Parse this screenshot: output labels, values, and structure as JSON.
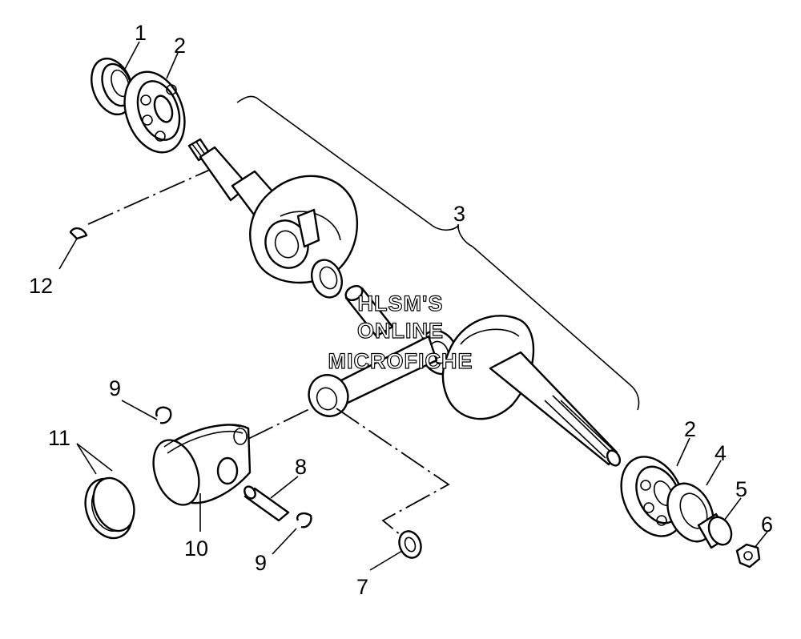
{
  "diagram": {
    "callouts": {
      "c1": "1",
      "c2a": "2",
      "c2b": "2",
      "c3": "3",
      "c4": "4",
      "c5": "5",
      "c6": "6",
      "c7": "7",
      "c8": "8",
      "c9a": "9",
      "c9b": "9",
      "c10": "10",
      "c11": "11",
      "c12": "12"
    },
    "watermark": {
      "line1": "HLSM'S",
      "line2": "ONLINE",
      "line3": "MICROFICHE"
    }
  }
}
